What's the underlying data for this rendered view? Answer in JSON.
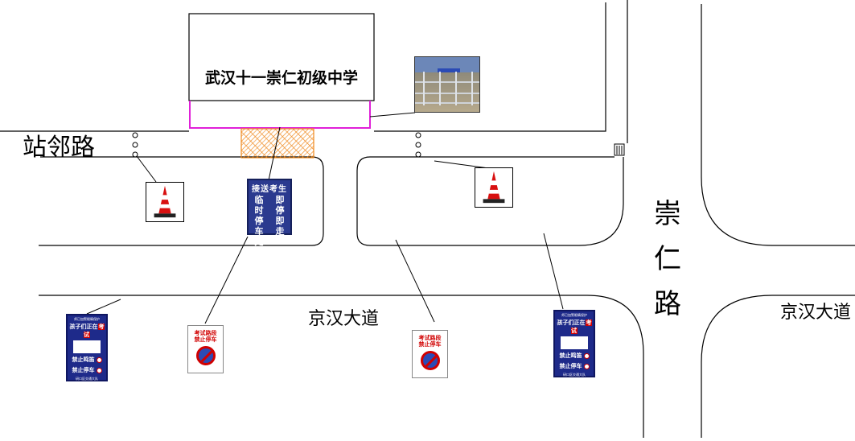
{
  "school": {
    "name": "武汉十一崇仁初级中学"
  },
  "roads": {
    "zhanlin": "站邻路",
    "jinghan_main": "京汉大道",
    "jinghan_right": "京汉大道",
    "chongren": [
      "崇",
      "仁",
      "路"
    ]
  },
  "signs": {
    "pickup": {
      "top": "接送考生",
      "col1": "临时停车处",
      "col2": "即停即走"
    },
    "exam": {
      "line1": "考试路段",
      "line2": "禁止停车"
    },
    "child": {
      "top_small": "师已加警眼睛保护",
      "headline_a": "孩子们正在",
      "headline_b": "考试",
      "row1": "禁止鸣笛",
      "row2": "禁止停车",
      "footer": "研口区交通大队"
    }
  },
  "colors": {
    "school_gate": "#e020d8",
    "hatch": "#f08a20",
    "sign_blue": "#2b3a8f",
    "sign_red": "#d10000"
  },
  "icons": [
    "traffic-cone-icon",
    "no-parking-icon",
    "no-horn-icon"
  ]
}
